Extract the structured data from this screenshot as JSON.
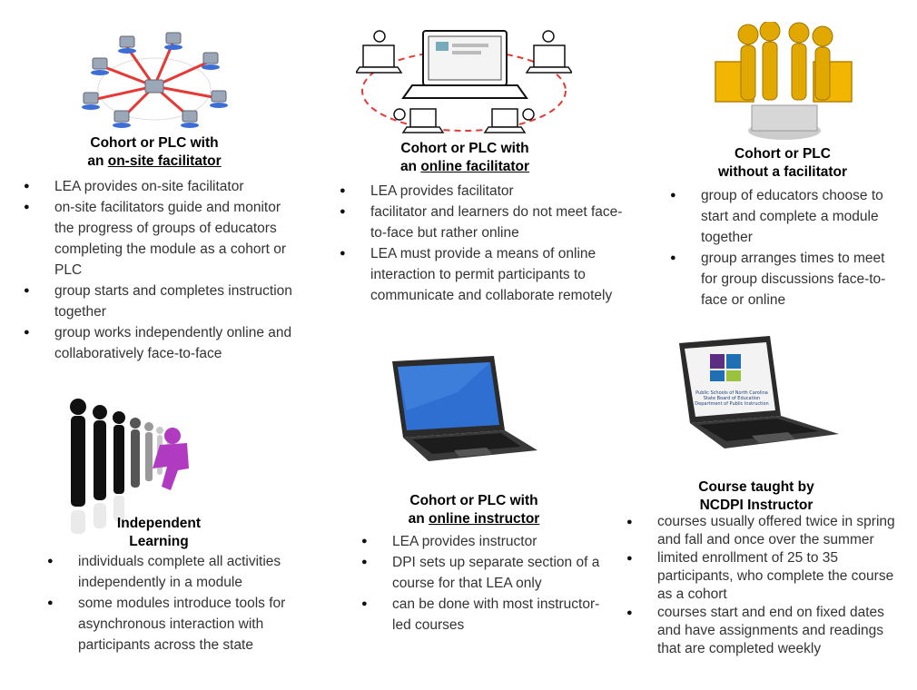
{
  "panels": {
    "onsite": {
      "title_pre": "Cohort or PLC with",
      "title_line2_pre": "an ",
      "title_emph": "on-site facilitator",
      "bullets": [
        "LEA provides on-site facilitator",
        "on-site facilitators guide and monitor the progress of groups of educators completing the module as a cohort or PLC",
        "group starts and completes instruction together",
        "group works independently online and collaboratively face-to-face"
      ]
    },
    "online_facilitator": {
      "title_pre": "Cohort or PLC with",
      "title_line2_pre": "an ",
      "title_emph": "online facilitator",
      "bullets": [
        "LEA provides facilitator",
        "facilitator and learners do not meet face-to-face but rather online",
        "LEA must provide a means of online interaction to permit participants to communicate and collaborate remotely"
      ]
    },
    "no_facilitator": {
      "title_line1": "Cohort or PLC",
      "title_line2": "without a facilitator",
      "bullets": [
        "group of educators choose to start and complete a module together",
        "group arranges times to meet for group discussions face-to-face or online"
      ]
    },
    "independent": {
      "title_line1": "Independent",
      "title_line2": "Learning",
      "bullets": [
        "individuals complete all activities independently in a module",
        "some modules introduce tools for asynchronous interaction with participants across the state"
      ]
    },
    "online_instructor": {
      "title_pre": "Cohort or PLC with",
      "title_line2_pre": "an ",
      "title_emph": "online instructor",
      "bullets": [
        "LEA provides instructor",
        "DPI sets up separate section of a course for that LEA only",
        "can be done with most instructor-led courses"
      ]
    },
    "ncdpi": {
      "title_line1": "Course taught by",
      "title_line2": "NCDPI Instructor",
      "screen_logo_line1": "Public Schools of North Carolina",
      "screen_logo_line2": "State Board of Education",
      "screen_logo_line3": "Department of Public Instruction",
      "bullets": [
        "courses usually offered twice in spring and fall and once over the summer",
        "limited enrollment of 25 to 35 participants, who complete the course as a cohort",
        "courses start and end on fixed dates and have assignments and readings that are completed weekly"
      ]
    }
  },
  "colors": {
    "arrow_red": "#e53935",
    "gold": "#e0a800",
    "screen_blue": "#2e6fd1",
    "laptop_dark": "#2b2b2b",
    "purple": "#b03bc0"
  },
  "icons": {
    "onsite": "network-of-computers-illustration",
    "online_facilitator": "laptop-network-illustration",
    "no_facilitator": "gold-figures-at-computer-illustration",
    "independent": "standing-figures-illustration",
    "online_instructor": "laptop-illustration",
    "ncdpi": "laptop-with-ncdpi-logo-illustration"
  }
}
